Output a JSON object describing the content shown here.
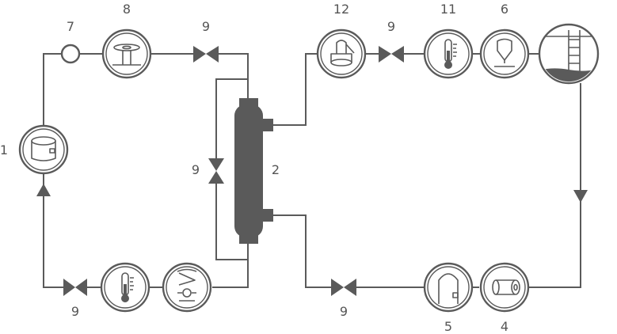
{
  "diagram": {
    "labels": {
      "l1": "1",
      "l2": "2",
      "l4": "4",
      "l5": "5",
      "l6": "6",
      "l7": "7",
      "l8": "8",
      "l9_top": "9",
      "l9_mid": "9",
      "l9_right": "9",
      "l9_bottom_left": "9",
      "l9_bottom_right": "9",
      "l11": "11",
      "l12": "12"
    },
    "colors": {
      "stroke": "#5a5a5a",
      "fill": "#5a5a5a",
      "background": "#ffffff"
    }
  }
}
